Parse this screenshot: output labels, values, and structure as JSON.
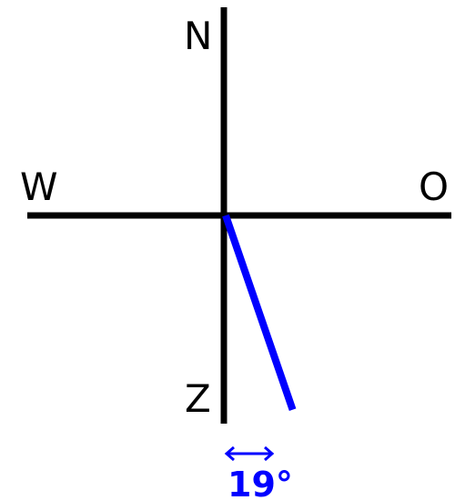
{
  "labels": {
    "north": "N",
    "west": "W",
    "east": "O",
    "south": "Z"
  },
  "angle": {
    "value_text": "19°",
    "degrees": 19
  },
  "colors": {
    "axes": "#000000",
    "declination_line": "#0000ff",
    "angle_marker": "#0000ff"
  }
}
